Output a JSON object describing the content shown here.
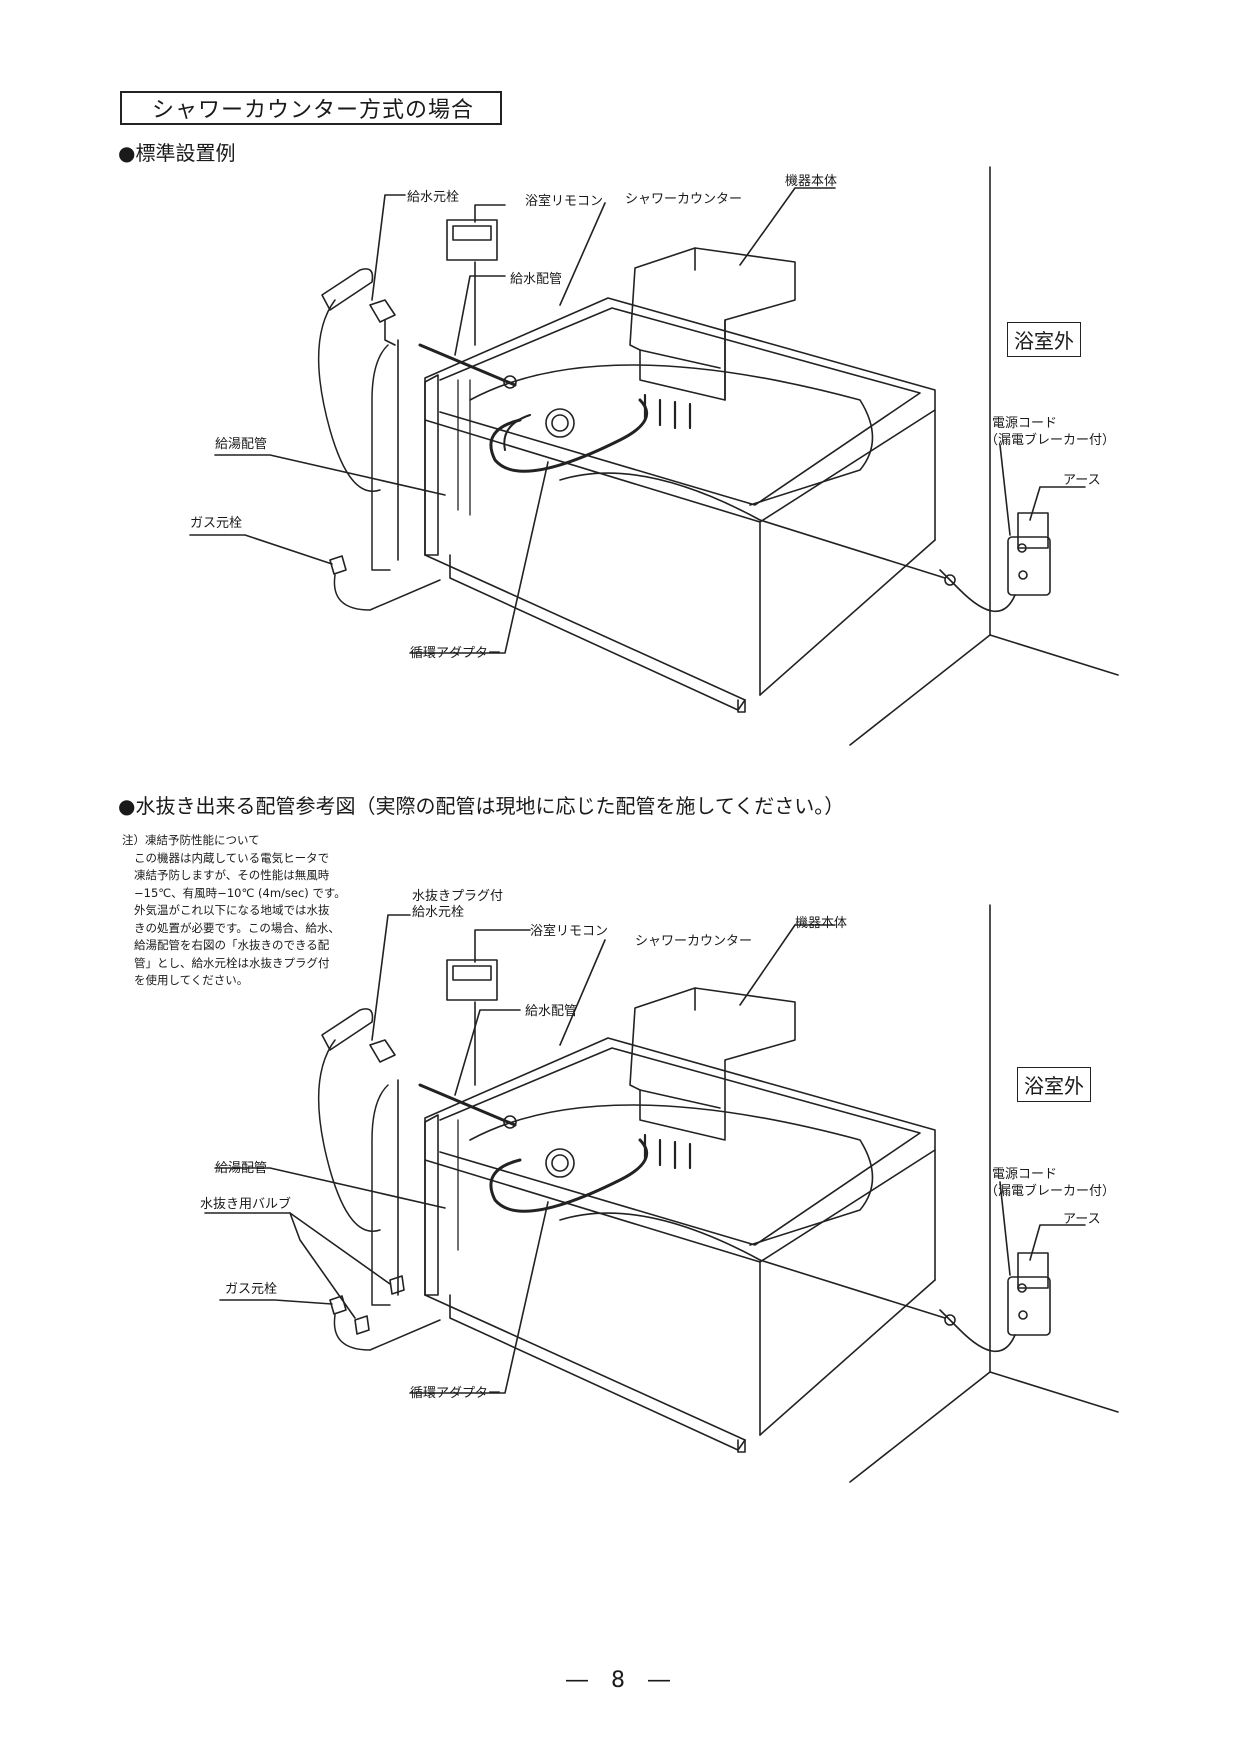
{
  "title": "シャワーカウンター方式の場合",
  "section1": {
    "heading": "●標準設置例",
    "labels": {
      "supply_valve": "給水元栓",
      "remote": "浴室リモコン",
      "counter": "シャワーカウンター",
      "unit": "機器本体",
      "water_pipe": "給水配管",
      "outside": "浴室外",
      "hot_pipe": "給湯配管",
      "cord1": "電源コード",
      "cord2": "（漏電ブレーカー付）",
      "earth": "アース",
      "gas_valve": "ガス元栓",
      "adapter": "循環アダプター"
    }
  },
  "section2": {
    "heading": "●水抜き出来る配管参考図（実際の配管は現地に応じた配管を施してください。）",
    "note": [
      "注）凍結予防性能について",
      "この機器は内蔵している電気ヒータで",
      "凍結予防しますが、その性能は無風時",
      "−15℃、有風時−10℃ (4m/sec) です。",
      "外気温がこれ以下になる地域では水抜",
      "きの処置が必要です。この場合、給水、",
      "給湯配管を右図の「水抜きのできる配",
      "管」とし、給水元栓は水抜きプラグ付",
      "を使用してください。"
    ],
    "labels": {
      "plug1": "水抜きプラグ付",
      "plug2": "給水元栓",
      "remote": "浴室リモコン",
      "counter": "シャワーカウンター",
      "unit": "機器本体",
      "water_pipe": "給水配管",
      "outside": "浴室外",
      "hot_pipe": "給湯配管",
      "drain_valve": "水抜き用バルブ",
      "cord1": "電源コード",
      "cord2": "（漏電ブレーカー付）",
      "earth": "アース",
      "gas_valve": "ガス元栓",
      "adapter": "循環アダプター"
    }
  },
  "page_number": "― 8 ―"
}
